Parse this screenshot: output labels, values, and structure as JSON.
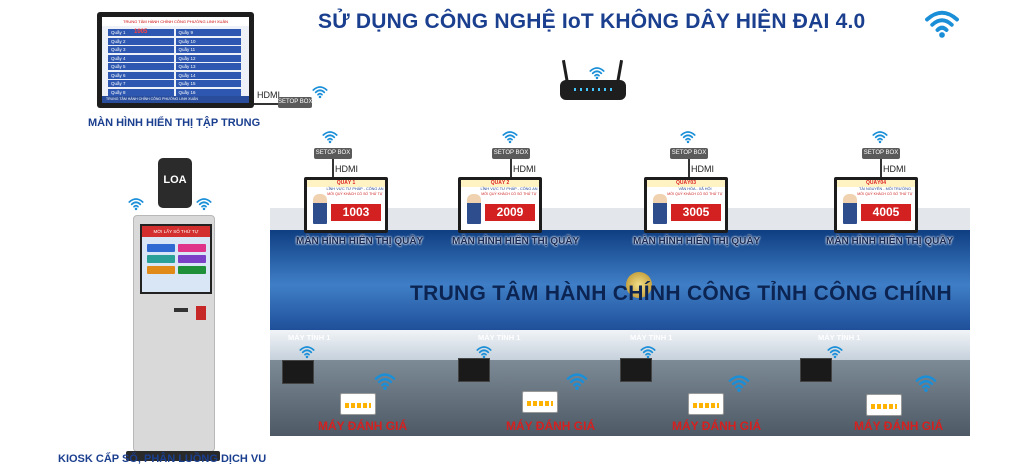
{
  "title": "SỬ DỤNG CÔNG NGHỆ IoT KHÔNG DÂY HIỆN ĐẠI 4.0",
  "central_display": {
    "header": "TRUNG TÂM HÀNH CHÍNH CÔNG PHƯỜNG LINH XUÂN",
    "counters_left": [
      {
        "name": "Quầy 1",
        "number": "1005"
      },
      {
        "name": "Quầy 2",
        "number": ""
      },
      {
        "name": "Quầy 3",
        "number": ""
      },
      {
        "name": "Quầy 4",
        "number": ""
      },
      {
        "name": "Quầy 5",
        "number": ""
      },
      {
        "name": "Quầy 6",
        "number": ""
      },
      {
        "name": "Quầy 7",
        "number": ""
      },
      {
        "name": "Quầy 8",
        "number": ""
      }
    ],
    "counters_right": [
      "Quầy 9",
      "Quầy 10",
      "Quầy 11",
      "Quầy 12",
      "Quầy 13",
      "Quầy 14",
      "Quầy 15",
      "Quầy 16"
    ],
    "footer": "TRUNG TÂM HÀNH CHÍNH CÔNG PHƯỜNG LINH XUÂN",
    "label": "MÀN HÌNH HIỂN THỊ TẬP TRUNG"
  },
  "hdmi_label": "HDMI",
  "setop_label": "SETOP BOX",
  "speaker_label": "LOA",
  "kiosk": {
    "banner": "MỜI LẤY SỐ THỨ TỰ",
    "label": "KIOSK CẤP SỐ, PHÂN LUỒNG DỊCH VU"
  },
  "counter_displays": [
    {
      "counter": "QUẦY 1",
      "service": "LĨNH VỰC TƯ PHÁP - CÔNG AN",
      "invite": "MỜI QUÝ KHÁCH CÓ SỐ THỨ TỰ",
      "ticket": "1003",
      "label": "MÀN HÌNH HIỂN THỊ QUẦY"
    },
    {
      "counter": "QUẦY  2",
      "service": "LĨNH VỰC TƯ PHÁP - CÔNG AN",
      "invite": "MỜI QUÝ KHÁCH CÓ SỐ THỨ TỰ",
      "ticket": "2009",
      "label": "MÀN HÌNH HIỂN THỊ QUẦY"
    },
    {
      "counter": "QUẦY03",
      "service": "VĂN HÓA - XÃ HỘI",
      "invite": "MỜI QUÝ KHÁCH CÓ SỐ THỨ TỰ",
      "ticket": "3005",
      "label": "MÀN HÌNH HIỂN THỊ QUẦY"
    },
    {
      "counter": "QUẦY04",
      "service": "TÀI NGUYÊN - MÔI TRƯỜNG",
      "invite": "MỜI QUÝ KHÁCH CÓ SỐ THỨ TỰ",
      "ticket": "4005",
      "label": "MÀN HÌNH HIỂN THỊ QUẦY"
    }
  ],
  "office_sign": "TRUNG TÂM HÀNH CHÍNH CÔNG TỈNH CÔNG CHÍNH",
  "computer_labels": [
    "MÁY TÍNH 1",
    "MÁY TÍNH 1",
    "MÁY TÍNH 1",
    "MÁY TÍNH 1"
  ],
  "rating_labels": [
    "MÁY ĐÁNH GIÁ",
    "MÁY ĐÁNH GIÁ",
    "MÁY ĐÁNH GIÁ",
    "MÁY ĐÁNH GIÁ"
  ],
  "colors": {
    "title": "#1b3f8f",
    "wifi": "#1a8fd8",
    "rating": "#d61f1f",
    "ticket": "#d32020"
  },
  "icons": [
    "wifi-icon",
    "router-icon",
    "speaker-icon",
    "setop-box-icon"
  ]
}
